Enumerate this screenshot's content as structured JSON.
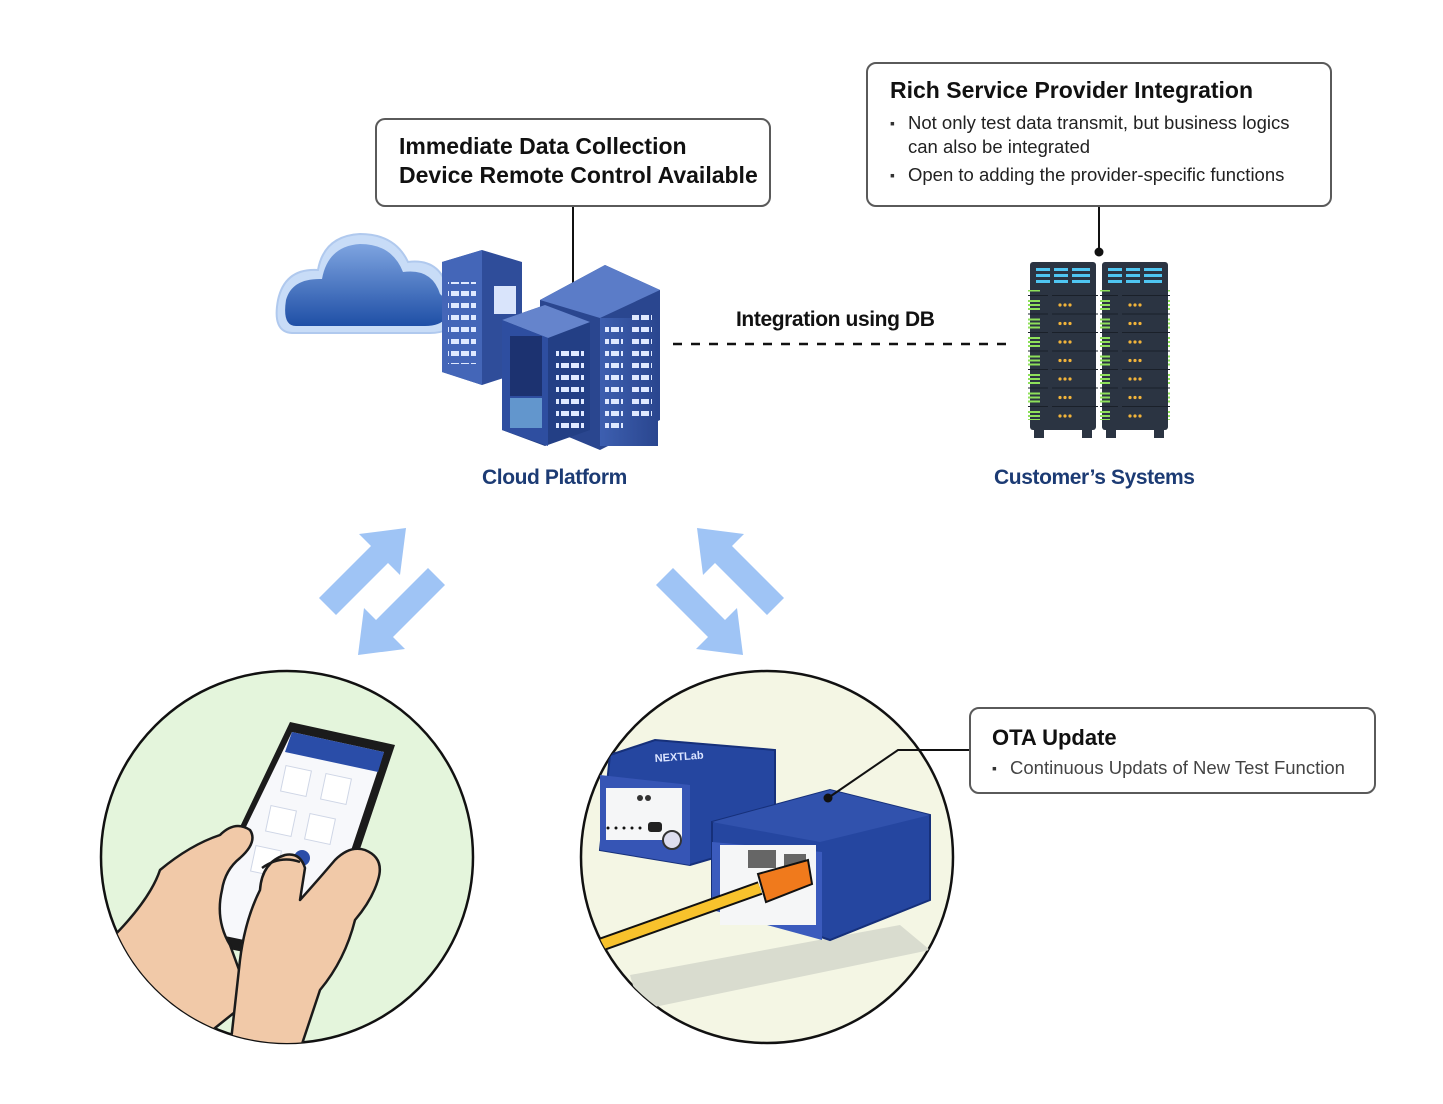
{
  "callouts": {
    "data_collection": {
      "line1": "Immediate Data Collection",
      "line2": "Device Remote Control Available"
    },
    "provider_integration": {
      "title": "Rich Service Provider Integration",
      "bullets": [
        "Not only test data transmit, but business logics can also be integrated",
        "Open to adding the provider-specific functions"
      ]
    },
    "ota": {
      "title": "OTA Update",
      "bullets": [
        "Continuous Updats of New Test Function"
      ]
    }
  },
  "labels": {
    "cloud_platform": "Cloud Platform",
    "customer_systems": "Customer’s Systems",
    "integration": "Integration using DB"
  },
  "device_brand": "NEXTLab",
  "colors": {
    "label_blue": "#1c3b74",
    "arrow_blue": "#9fc4f5",
    "server_blue": "#3c5aa6",
    "device_blue": "#2546a0",
    "customer_rack": "#2b3442",
    "circle_bg_left": "#e4f5dc",
    "circle_bg_right": "#f4f6e4",
    "cable_orange": "#f07a1c",
    "cable_yellow": "#f8c22c"
  },
  "icons": [
    "cloud-icon",
    "server-rack-icon",
    "swap-arrows-icon",
    "smartphone-icon",
    "hands-icon",
    "device-box-icon",
    "ethernet-cable-icon"
  ]
}
